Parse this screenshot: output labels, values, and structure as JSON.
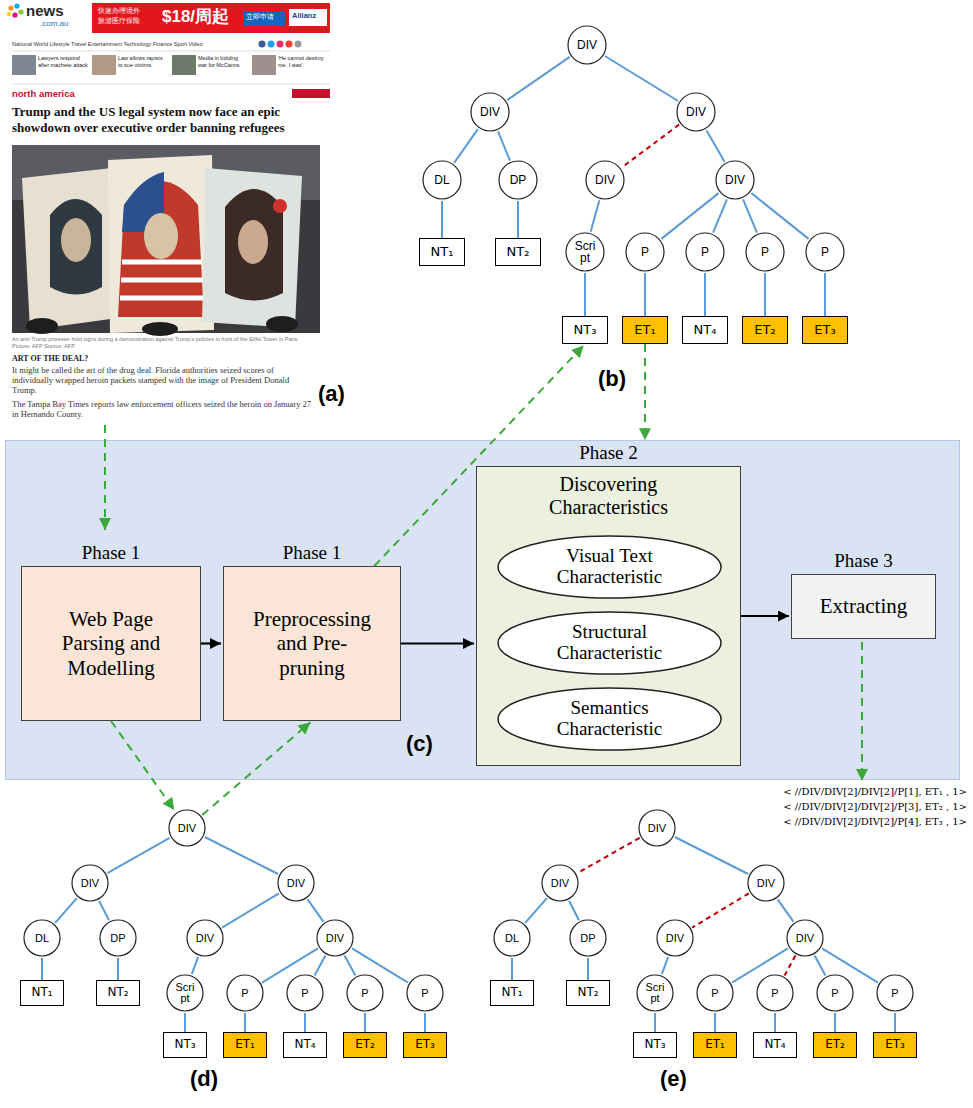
{
  "diagram": {
    "nodes": [
      {
        "text": [
          "DIV"
        ]
      },
      {
        "text": [
          "DIV"
        ]
      },
      {
        "text": [
          "DL"
        ]
      },
      {
        "text": [
          "NT₁"
        ]
      },
      {
        "text": [
          "DP"
        ]
      },
      {
        "text": [
          "NT₂"
        ]
      },
      {
        "text": [
          "DIV"
        ]
      },
      {
        "text": [
          "DIV"
        ]
      },
      {
        "text": [
          "Scri pt"
        ]
      },
      {
        "text": [
          "NT₃"
        ]
      },
      {
        "text": [
          "DIV"
        ]
      },
      {
        "text": [
          "P"
        ]
      },
      {
        "text": [
          "ET₁"
        ]
      },
      {
        "text": [
          "P"
        ]
      },
      {
        "text": [
          "NT₄"
        ]
      },
      {
        "text": [
          "P"
        ]
      },
      {
        "text": [
          "ET₂"
        ]
      },
      {
        "text": [
          "P"
        ]
      },
      {
        "text": [
          "ET₃"
        ]
      },
      {
        "text": [
          "(c)"
        ]
      },
      {
        "text": [
          "Phase 1",
          "Web Page Parsing and Modelling"
        ],
        "in": 19
      },
      {
        "text": [
          "Phase 1",
          "Preprocessing and Pre-pruning"
        ],
        "in": 19
      },
      {
        "text": [
          "Phase 2",
          "Discovering Characteristics"
        ],
        "in": 19
      },
      {
        "text": [
          "Visual Text Characteristic"
        ],
        "in": 22
      },
      {
        "text": [
          "Structural Characteristic"
        ],
        "in": 22
      },
      {
        "text": [
          "Semantics Characteristic"
        ],
        "in": 22
      },
      {
        "text": [
          "Phase 3",
          "Extracting"
        ],
        "in": 19
      },
      {
        "text": [
          "DIV"
        ]
      },
      {
        "text": [
          "DIV"
        ]
      },
      {
        "text": [
          "DL"
        ]
      },
      {
        "text": [
          "NT₁"
        ]
      },
      {
        "text": [
          "DP"
        ]
      },
      {
        "text": [
          "NT₂"
        ]
      },
      {
        "text": [
          "DIV"
        ]
      },
      {
        "text": [
          "DIV"
        ]
      },
      {
        "text": [
          "Scri pt"
        ]
      },
      {
        "text": [
          "NT₃"
        ]
      },
      {
        "text": [
          "DIV"
        ]
      },
      {
        "text": [
          "P"
        ]
      },
      {
        "text": [
          "ET₁"
        ]
      },
      {
        "text": [
          "P"
        ]
      },
      {
        "text": [
          "NT₄"
        ]
      },
      {
        "text": [
          "P"
        ]
      },
      {
        "text": [
          "ET₂"
        ]
      },
      {
        "text": [
          "P"
        ]
      },
      {
        "text": [
          "ET₃"
        ]
      },
      {
        "text": [
          "DIV"
        ]
      },
      {
        "text": [
          "DIV"
        ]
      },
      {
        "text": [
          "DL"
        ]
      },
      {
        "text": [
          "NT₁"
        ]
      },
      {
        "text": [
          "DP"
        ]
      },
      {
        "text": [
          "NT₂"
        ]
      },
      {
        "text": [
          "DIV"
        ]
      },
      {
        "text": [
          "DIV"
        ]
      },
      {
        "text": [
          "Scri pt"
        ]
      },
      {
        "text": [
          "NT₃"
        ]
      },
      {
        "text": [
          "DIV"
        ]
      },
      {
        "text": [
          "P"
        ]
      },
      {
        "text": [
          "ET₁"
        ]
      },
      {
        "text": [
          "P"
        ]
      },
      {
        "text": [
          "NT₄"
        ]
      },
      {
        "text": [
          "P"
        ]
      },
      {
        "text": [
          "ET₂"
        ]
      },
      {
        "text": [
          "P"
        ]
      },
      {
        "text": [
          "ET₃"
        ]
      }
    ],
    "edges": [
      {
        "from": 0,
        "to": 1,
        "arrow": "none"
      },
      {
        "from": 1,
        "to": 2,
        "arrow": "none"
      },
      {
        "from": 2,
        "to": 3,
        "arrow": "none"
      },
      {
        "from": 1,
        "to": 4,
        "arrow": "none"
      },
      {
        "from": 4,
        "to": 5,
        "arrow": "none"
      },
      {
        "from": 0,
        "to": 6,
        "arrow": "none"
      },
      {
        "from": 6,
        "to": 7,
        "arrow": "none"
      },
      {
        "from": 7,
        "to": 8,
        "arrow": "none"
      },
      {
        "from": 8,
        "to": 9,
        "arrow": "none"
      },
      {
        "from": 6,
        "to": 10,
        "arrow": "none"
      },
      {
        "from": 10,
        "to": 11,
        "arrow": "none"
      },
      {
        "from": 11,
        "to": 12,
        "arrow": "none"
      },
      {
        "from": 10,
        "to": 13,
        "arrow": "none"
      },
      {
        "from": 13,
        "to": 14,
        "arrow": "none"
      },
      {
        "from": 10,
        "to": 15,
        "arrow": "none"
      },
      {
        "from": 15,
        "to": 16,
        "arrow": "none"
      },
      {
        "from": 10,
        "to": 17,
        "arrow": "none"
      },
      {
        "from": 17,
        "to": 18,
        "arrow": "none"
      },
      {
        "from": 20,
        "to": 21,
        "arrow": "to"
      },
      {
        "from": 21,
        "to": 22,
        "arrow": "to"
      },
      {
        "from": 22,
        "to": 26,
        "arrow": "to"
      },
      {
        "from": 20,
        "to": 27,
        "arrow": "to"
      },
      {
        "from": 27,
        "to": 21,
        "arrow": "to"
      },
      {
        "from": 21,
        "to": 9,
        "arrow": "to"
      },
      {
        "from": 12,
        "to": 22,
        "arrow": "to"
      },
      {
        "from": 27,
        "to": 28,
        "arrow": "none"
      },
      {
        "from": 28,
        "to": 29,
        "arrow": "none"
      },
      {
        "from": 29,
        "to": 30,
        "arrow": "none"
      },
      {
        "from": 28,
        "to": 31,
        "arrow": "none"
      },
      {
        "from": 31,
        "to": 32,
        "arrow": "none"
      },
      {
        "from": 27,
        "to": 33,
        "arrow": "none"
      },
      {
        "from": 33,
        "to": 34,
        "arrow": "none"
      },
      {
        "from": 34,
        "to": 35,
        "arrow": "none"
      },
      {
        "from": 35,
        "to": 36,
        "arrow": "none"
      },
      {
        "from": 33,
        "to": 37,
        "arrow": "none"
      },
      {
        "from": 37,
        "to": 38,
        "arrow": "none"
      },
      {
        "from": 38,
        "to": 39,
        "arrow": "none"
      },
      {
        "from": 37,
        "to": 40,
        "arrow": "none"
      },
      {
        "from": 40,
        "to": 41,
        "arrow": "none"
      },
      {
        "from": 37,
        "to": 42,
        "arrow": "none"
      },
      {
        "from": 42,
        "to": 43,
        "arrow": "none"
      },
      {
        "from": 37,
        "to": 44,
        "arrow": "none"
      },
      {
        "from": 44,
        "to": 45,
        "arrow": "none"
      },
      {
        "from": 46,
        "to": 47,
        "arrow": "none"
      },
      {
        "from": 47,
        "to": 48,
        "arrow": "none"
      },
      {
        "from": 48,
        "to": 49,
        "arrow": "none"
      },
      {
        "from": 47,
        "to": 50,
        "arrow": "none"
      },
      {
        "from": 50,
        "to": 51,
        "arrow": "none"
      },
      {
        "from": 46,
        "to": 52,
        "arrow": "none"
      },
      {
        "from": 52,
        "to": 53,
        "arrow": "none"
      },
      {
        "from": 53,
        "to": 54,
        "arrow": "none"
      },
      {
        "from": 54,
        "to": 55,
        "arrow": "none"
      },
      {
        "from": 52,
        "to": 56,
        "arrow": "none"
      },
      {
        "from": 56,
        "to": 57,
        "arrow": "none"
      },
      {
        "from": 57,
        "to": 58,
        "arrow": "none"
      },
      {
        "from": 56,
        "to": 59,
        "arrow": "none"
      },
      {
        "from": 59,
        "to": 60,
        "arrow": "none"
      },
      {
        "from": 56,
        "to": 61,
        "arrow": "none"
      },
      {
        "from": 61,
        "to": 62,
        "arrow": "none"
      },
      {
        "from": 56,
        "to": 63,
        "arrow": "none"
      },
      {
        "from": 63,
        "to": 64,
        "arrow": "none"
      }
    ],
    "labels": [
      "news",
      ".com.au",
      "快速办理境外",
      "旅游医疗保险",
      "$18/周起",
      "立即申请",
      "Allianz",
      "National World Lifestyle Travel Entertainment Technology Finance Sport Video",
      "Lawyers respond after machete attack",
      "Law allows rapists to sue victims",
      "Media in bidding war for McCanns",
      "'He cannot destroy me, I was'",
      "north america",
      "Trump and the US legal system now face an epic showdown over executive order banning refugees",
      "An anti-Trump protester hold signs during a demonstration against Trump's policies in front of the Eiffel Tower in Paris Picture: AFP Source: AFP",
      "ART OF THE DEAL?",
      "It might be called the art of the drug deal. Florida authorities seized scores of individually wrapped heroin packets stamped with the image of President Donald Trump.",
      "The Tampa Bay Times reports law enforcement officers seized the heroin on January 27 in Hernando County.",
      "(a)",
      "(b)",
      "(d)",
      "(e)",
      "< //DIV/DIV[2]/DIV[2]/P[1], ET₁ , 1>",
      "< //DIV/DIV[2]/DIV[2]/P[3], ET₂ , 1>",
      "< //DIV/DIV[2]/DIV[2]/P[4], ET₃ , 1>"
    ]
  }
}
